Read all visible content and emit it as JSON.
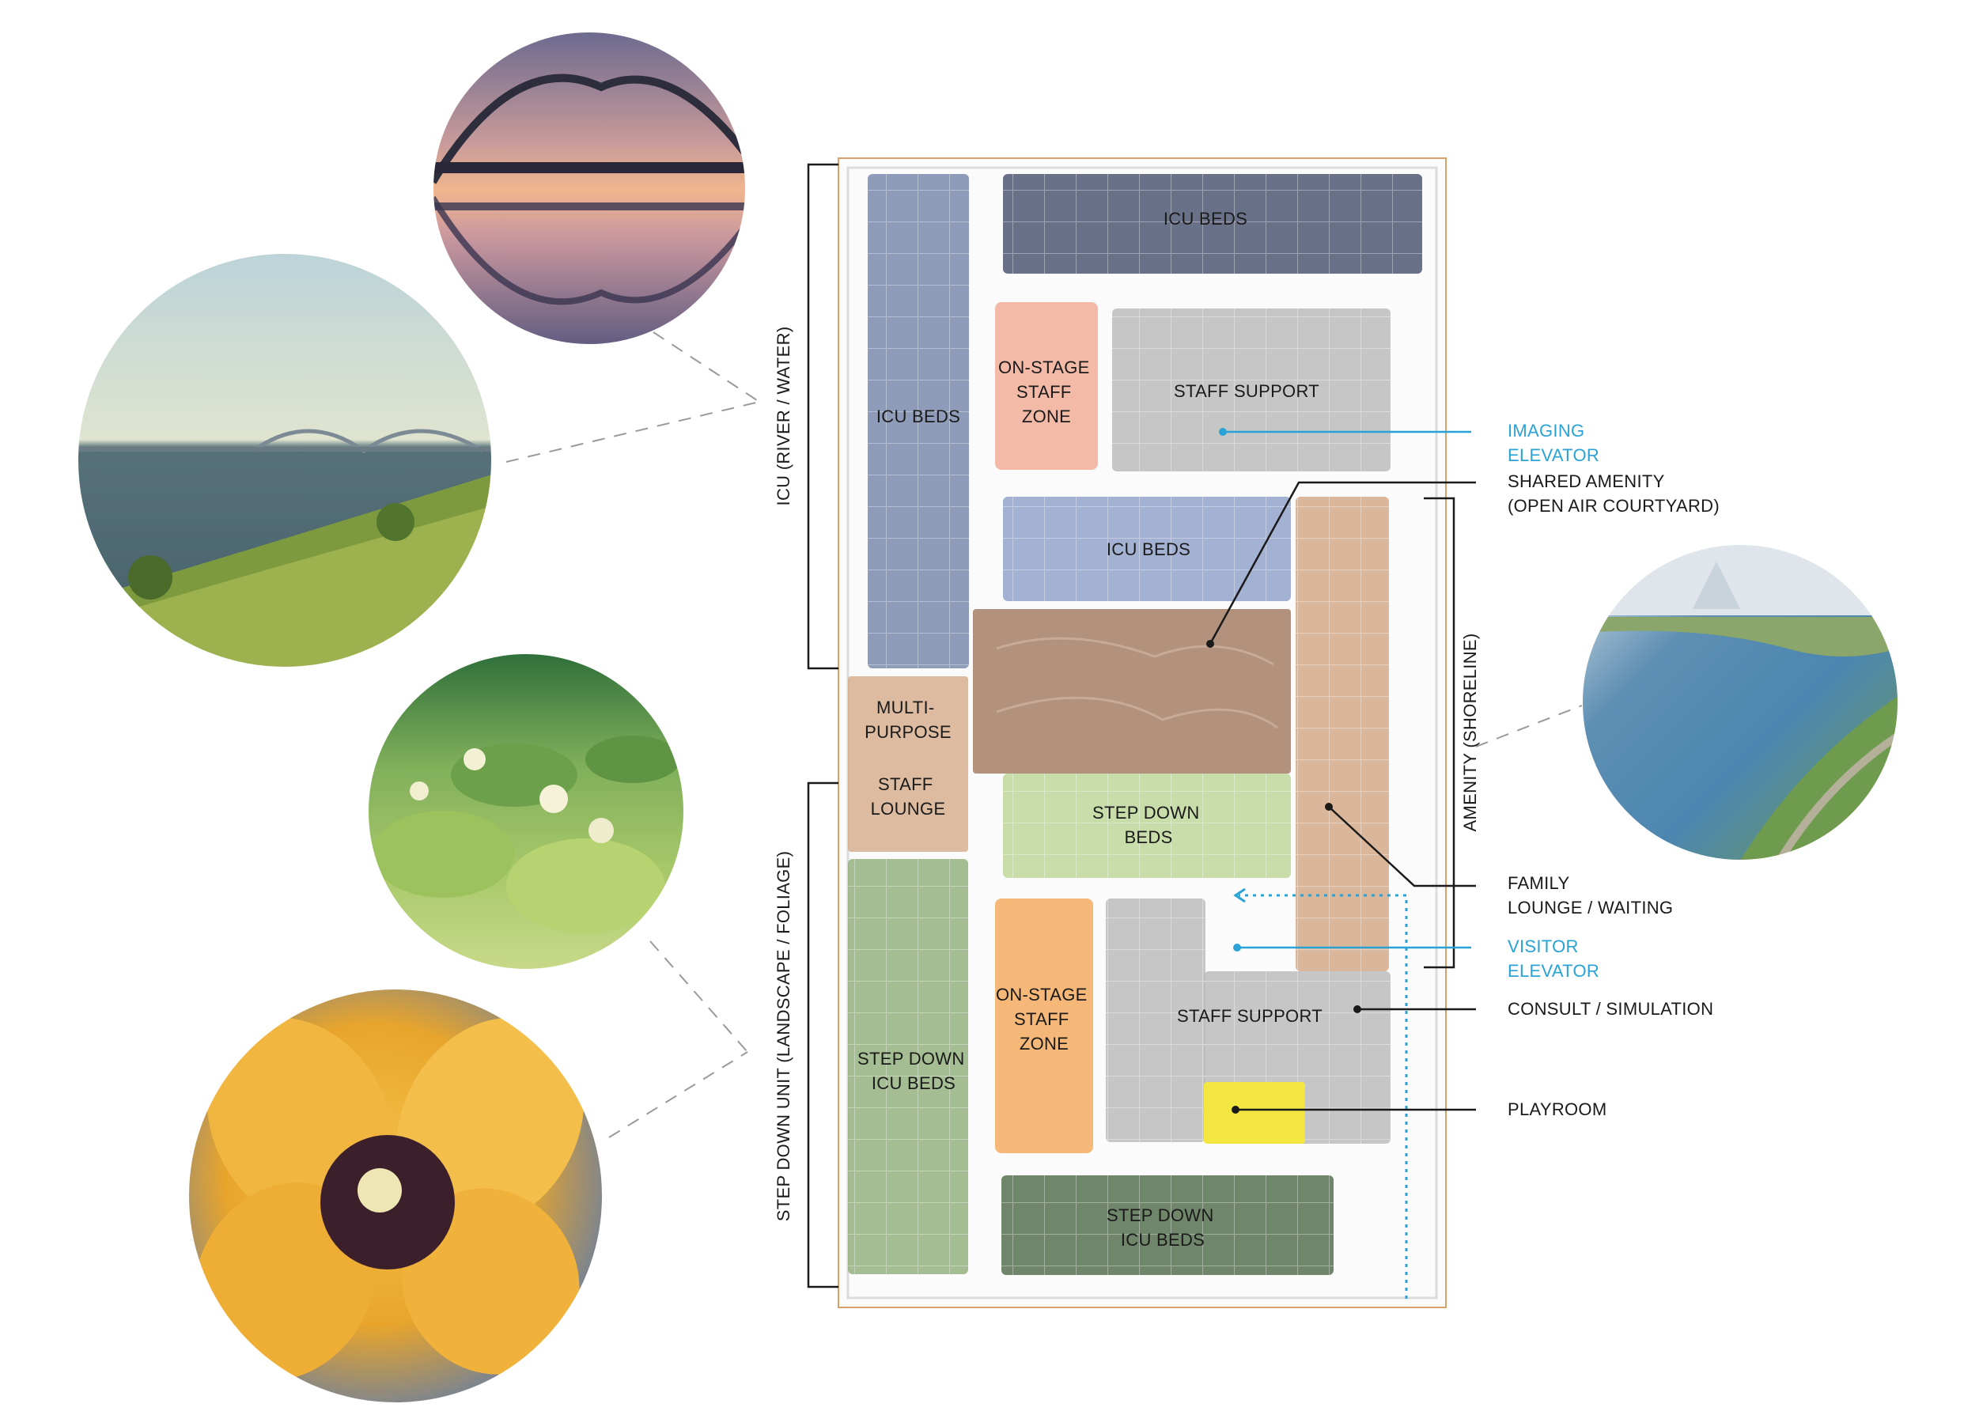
{
  "colors": {
    "icu_beds": "#6f82a8",
    "icu_beds_dark": "#4e5873",
    "onstage_icu": "#f2a48c",
    "staff_support": "#b9b9b9",
    "amenity": "#cfa07a",
    "courtyard": "#a57f66",
    "step_down_beds": "#b8d38f",
    "step_down_icu": "#87a86f",
    "step_down_icu_dark": "#4f6b49",
    "onstage_sd": "#f3a24c",
    "playroom": "#f5e83a",
    "blue_accent": "#29a3d6",
    "frame": "#d8a06a"
  },
  "zones": {
    "icu_beds_top": [
      "ICU BEDS"
    ],
    "icu_beds_left": [
      "ICU BEDS"
    ],
    "icu_beds_mid": [
      "ICU BEDS"
    ],
    "onstage_top": [
      "ON-STAGE",
      "STAFF",
      "ZONE"
    ],
    "staff_support_top": [
      "STAFF SUPPORT"
    ],
    "multipurpose": [
      "MULTI-",
      "PURPOSE"
    ],
    "staff_lounge": [
      "STAFF",
      "LOUNGE"
    ],
    "step_down_beds": [
      "STEP DOWN",
      "BEDS"
    ],
    "onstage_bottom": [
      "ON-STAGE",
      "STAFF",
      "ZONE"
    ],
    "staff_support_bottom": [
      "STAFF SUPPORT"
    ],
    "step_down_icu_left": [
      "STEP DOWN",
      "ICU BEDS"
    ],
    "step_down_icu_bottom": [
      "STEP DOWN",
      "ICU BEDS"
    ]
  },
  "callouts": {
    "imaging_elevator": [
      "IMAGING",
      "ELEVATOR"
    ],
    "shared_amenity": [
      "SHARED AMENITY",
      "(OPEN AIR COURTYARD)"
    ],
    "family_lounge": [
      "FAMILY",
      "LOUNGE / WAITING"
    ],
    "visitor_elevator": [
      "VISITOR",
      "ELEVATOR"
    ],
    "consult": [
      "CONSULT / SIMULATION"
    ],
    "playroom": [
      "PLAYROOM"
    ]
  },
  "side_labels": {
    "icu": "ICU (RIVER / WATER)",
    "step_down": "STEP DOWN UNIT (LANDSCAPE / FOLIAGE)",
    "amenity": "AMENITY (SHORELINE)"
  },
  "photos": [
    {
      "name": "bridge-sunset-photo",
      "subject": "arch bridge reflected at sunset"
    },
    {
      "name": "river-bridge-photo",
      "subject": "river with distant bridge and grassy bank"
    },
    {
      "name": "lotus-photo",
      "subject": "lotus leaves and blossoms"
    },
    {
      "name": "tulip-photo",
      "subject": "open yellow tulip"
    },
    {
      "name": "shoreline-aerial-photo",
      "subject": "aerial view of river shoreline and park"
    }
  ]
}
